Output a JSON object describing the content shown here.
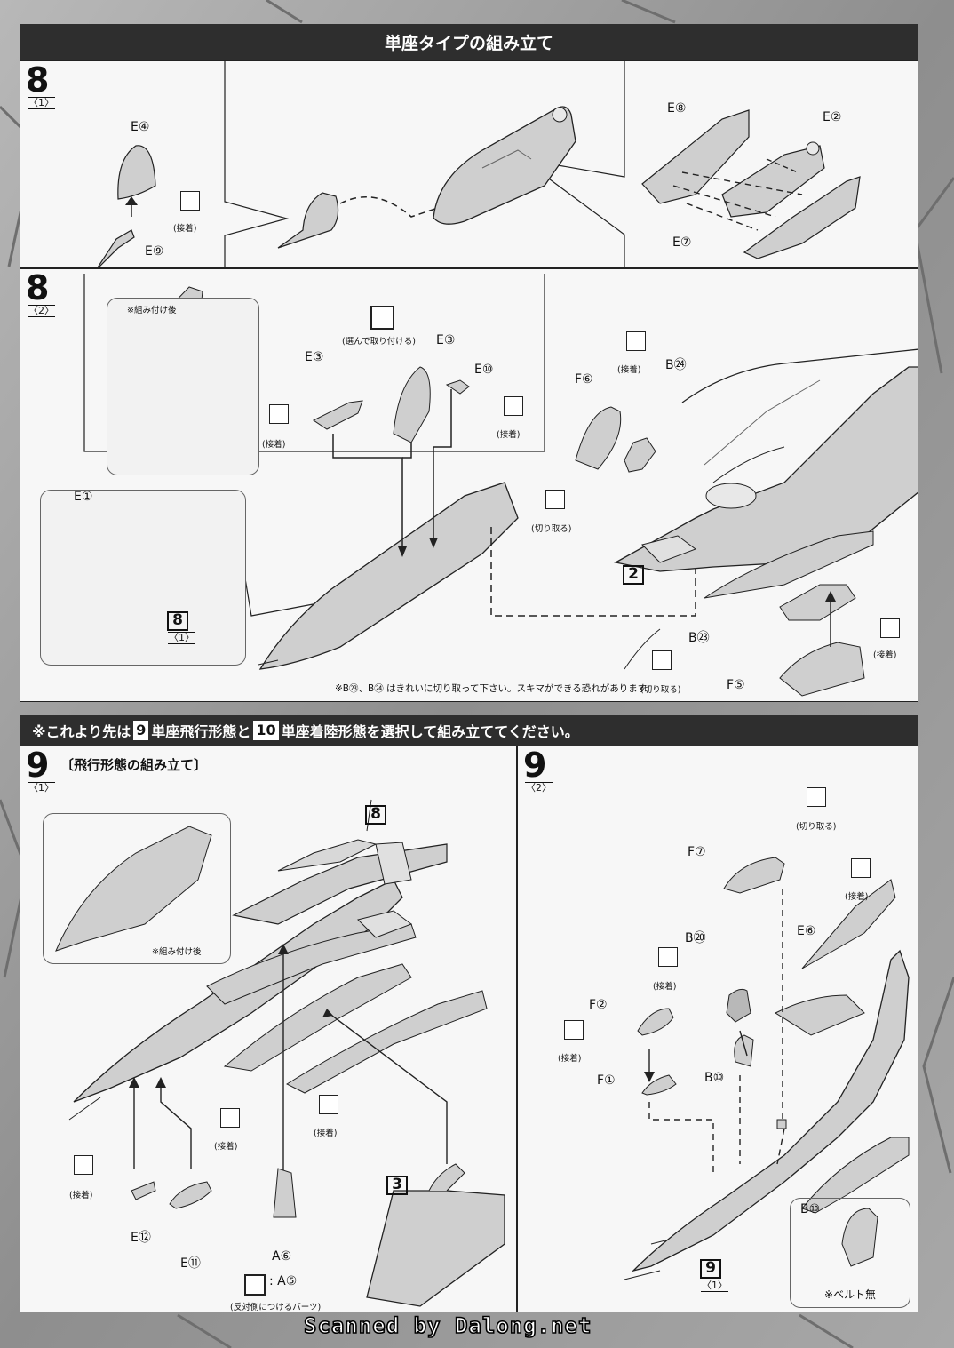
{
  "header_title": "単座タイプの組み立て",
  "steps": {
    "s8_1": {
      "number": "8",
      "sub": "〈1〉",
      "labels": {
        "e4": "E④",
        "e9": "E⑨",
        "e8": "E⑧",
        "e2": "E②",
        "e7": "E⑦"
      },
      "glue": "(接着)"
    },
    "s8_2": {
      "number": "8",
      "sub": "〈2〉",
      "after_note": "※組み付け後",
      "choose_note": "(選んで取り付ける)",
      "labels": {
        "e3a": "E③",
        "e3b": "E③",
        "e10": "E⑩",
        "f6": "F⑥",
        "b24": "B㉔",
        "e1": "E①",
        "b23": "B㉓",
        "f5": "F⑤"
      },
      "glue": "(接着)",
      "cut": "(切り取る)",
      "ref_step": "2",
      "ref8": "8",
      "ref8_sub": "〈1〉",
      "footnote": "※B㉓、B㉔ はきれいに切り取って下さい。スキマができる恐れがあります。"
    },
    "choice_banner": {
      "pre": "※これより先は",
      "n9": "9",
      "mid1": "単座飛行形態と",
      "n10": "10",
      "mid2": "単座着陸形態を選択して組み立ててください。"
    },
    "s9_1": {
      "number": "9",
      "sub": "〈1〉",
      "title": "〔飛行形態の組み立て〕",
      "after_note": "※組み付け後",
      "ref8": "8",
      "ref3": "3",
      "labels": {
        "e12": "E⑫",
        "e11": "E⑪",
        "a6": "A⑥",
        "a5": ": A⑤"
      },
      "glue": "(接着)",
      "opposite": "(反対側につけるパーツ)"
    },
    "s9_2": {
      "number": "9",
      "sub": "〈2〉",
      "labels": {
        "f7": "F⑦",
        "b20": "B⑳",
        "e6": "E⑥",
        "f2": "F②",
        "f1": "F①",
        "b10": "B⑩",
        "b10box": "B⑩"
      },
      "glue": "(接着)",
      "cut": "(切り取る)",
      "ref9": "9",
      "ref9_sub": "〈1〉",
      "belt_note": "※ベルト無"
    }
  },
  "watermark": "Scanned by Dalong.net"
}
